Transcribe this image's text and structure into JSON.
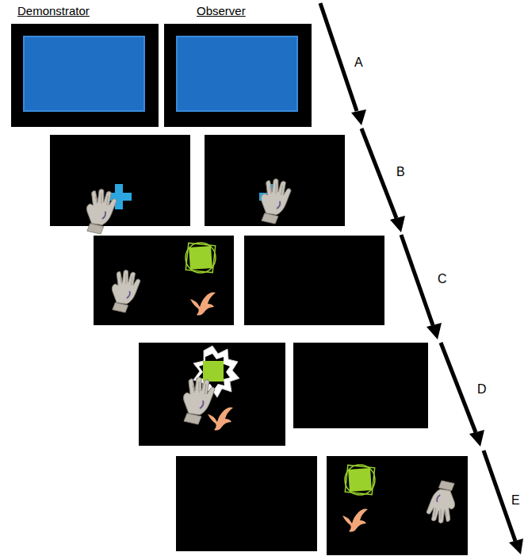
{
  "diagram": {
    "labels": [
      "Demonstrator",
      "Observer",
      "A",
      "B",
      "C",
      "D",
      "E"
    ]
  }
}
